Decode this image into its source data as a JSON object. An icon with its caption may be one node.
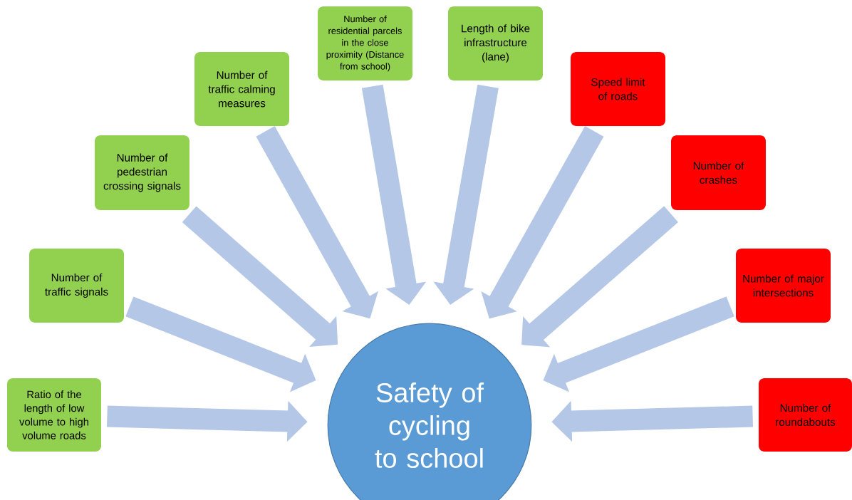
{
  "diagram": {
    "nodes": [
      {
        "text": [
          "Safety of cycling to school"
        ]
      },
      {
        "text": [
          "Ratio of the length of low volume to high volume roads"
        ]
      },
      {
        "text": [
          "Number of traffic signals"
        ]
      },
      {
        "text": [
          "Number of pedestrian crossing signals"
        ]
      },
      {
        "text": [
          "Number of traffic calming measures"
        ]
      },
      {
        "text": [
          "Number of residential parcels in the close proximity (Distance from school)"
        ]
      },
      {
        "text": [
          "Length of bike infrastructure (lane)"
        ]
      },
      {
        "text": [
          "Speed limit of roads"
        ]
      },
      {
        "text": [
          "Number of crashes"
        ]
      },
      {
        "text": [
          "Number of major intersections"
        ]
      },
      {
        "text": [
          "Number of roundabouts"
        ]
      }
    ],
    "edges": [
      {
        "from": 1,
        "to": 0,
        "arrow": "to"
      },
      {
        "from": 2,
        "to": 0,
        "arrow": "to"
      },
      {
        "from": 3,
        "to": 0,
        "arrow": "to"
      },
      {
        "from": 4,
        "to": 0,
        "arrow": "to"
      },
      {
        "from": 5,
        "to": 0,
        "arrow": "to"
      },
      {
        "from": 6,
        "to": 0,
        "arrow": "to"
      },
      {
        "from": 7,
        "to": 0,
        "arrow": "to"
      },
      {
        "from": 8,
        "to": 0,
        "arrow": "to"
      },
      {
        "from": 9,
        "to": 0,
        "arrow": "to"
      },
      {
        "from": 10,
        "to": 0,
        "arrow": "to"
      }
    ]
  }
}
